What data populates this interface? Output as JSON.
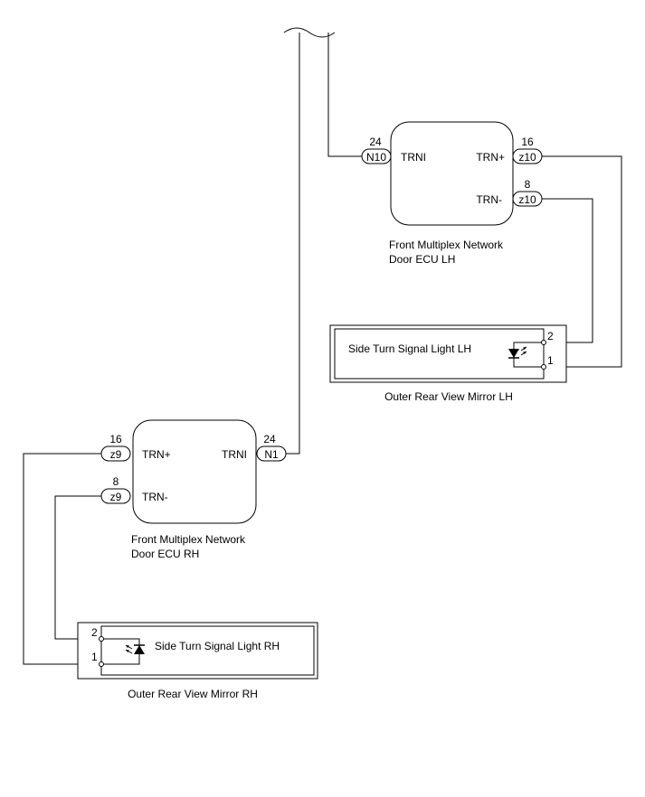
{
  "ecu_lh": {
    "title_line1": "Front Multiplex Network",
    "title_line2": "Door ECU LH",
    "terminals": {
      "trni": "TRNI",
      "trn_plus": "TRN+",
      "trn_minus": "TRN-"
    },
    "connectors": {
      "n10": {
        "pin": "24",
        "code": "N10"
      },
      "z10_plus": {
        "pin": "16",
        "code": "z10"
      },
      "z10_minus": {
        "pin": "8",
        "code": "z10"
      }
    }
  },
  "mirror_lh": {
    "light_label": "Side Turn Signal Light LH",
    "caption": "Outer Rear View Mirror LH",
    "pins": {
      "pin2": "2",
      "pin1": "1"
    }
  },
  "ecu_rh": {
    "title_line1": "Front Multiplex Network",
    "title_line2": "Door ECU RH",
    "terminals": {
      "trni": "TRNI",
      "trn_plus": "TRN+",
      "trn_minus": "TRN-"
    },
    "connectors": {
      "n1": {
        "pin": "24",
        "code": "N1"
      },
      "z9_plus": {
        "pin": "16",
        "code": "z9"
      },
      "z9_minus": {
        "pin": "8",
        "code": "z9"
      }
    }
  },
  "mirror_rh": {
    "light_label": "Side Turn Signal Light RH",
    "caption": "Outer Rear View Mirror RH",
    "pins": {
      "pin2": "2",
      "pin1": "1"
    }
  }
}
